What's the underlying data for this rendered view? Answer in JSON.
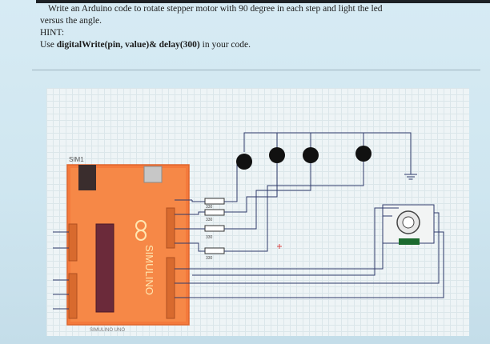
{
  "question": {
    "line1": "Write an Arduino code to rotate stepper motor with 90 degree in each step and light the led",
    "line2": "versus the angle.",
    "hint_label": "HINT:",
    "hint_prefix": "Use ",
    "hint_code": "digitalWrite(pin, value)& delay(300)",
    "hint_suffix": " in your code."
  },
  "circuit": {
    "board_label": "SIM1",
    "board_name": "SIMULINO",
    "board_footer": "SIMULINO UNO",
    "resistor_value": "330",
    "colors": {
      "board": "#f47a3c",
      "board_inner": "#f99a55",
      "wire": "#2f3a6b",
      "led": "#111111",
      "chip": "#6b2a3a",
      "motor_green": "#1c6b2f"
    }
  }
}
